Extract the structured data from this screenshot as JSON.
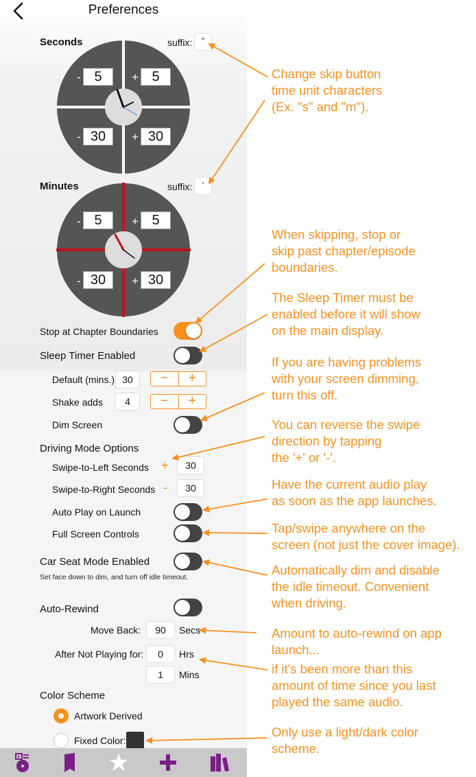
{
  "nav": {
    "title": "Preferences",
    "back_icon": "chevron-left-icon"
  },
  "seconds": {
    "label": "Seconds",
    "suffix_label": "suffix:",
    "suffix_value": "\"",
    "tl_sign": "-",
    "tl_value": "5",
    "tr_sign": "+",
    "tr_value": "5",
    "bl_sign": "-",
    "bl_value": "30",
    "br_sign": "+",
    "br_value": "30"
  },
  "minutes": {
    "label": "Minutes",
    "suffix_label": "suffix:",
    "suffix_value": "'",
    "tl_sign": "-",
    "tl_value": "5",
    "tr_sign": "+",
    "tr_value": "5",
    "bl_sign": "-",
    "bl_value": "30",
    "br_sign": "+",
    "br_value": "30"
  },
  "settings": {
    "stop_chapter": "Stop at Chapter Boundaries",
    "sleep_timer": "Sleep Timer Enabled",
    "default_mins": "Default (mins.)",
    "default_value": "30",
    "shake_adds": "Shake adds",
    "shake_value": "4",
    "stepper_minus": "−",
    "stepper_plus": "+",
    "dim_screen": "Dim Screen",
    "driving_mode": "Driving Mode Options",
    "swipe_left": "Swipe-to-Left Seconds",
    "swipe_left_sign": "+",
    "swipe_left_value": "30",
    "swipe_right": "Swipe-to-Right Seconds",
    "swipe_right_sign": "-",
    "swipe_right_value": "30",
    "auto_play": "Auto Play on Launch",
    "full_screen": "Full Screen Controls",
    "car_seat": "Car Seat Mode Enabled",
    "car_seat_note": "Set face down to dim, and turn off idle timeout.",
    "auto_rewind": "Auto-Rewind",
    "move_back": "Move Back:",
    "move_back_value": "90",
    "move_back_unit": "Secs",
    "after_not": "After Not Playing for:",
    "hrs_value": "0",
    "hrs_unit": "Hrs",
    "mins_value": "1",
    "mins_unit": "Mins",
    "color_scheme": "Color Scheme",
    "artwork_derived": "Artwork Derived",
    "fixed_color": "Fixed Color:"
  },
  "toggles": {
    "stop_chapter": true,
    "sleep_timer": false,
    "dim_screen": false,
    "auto_play": false,
    "full_screen": false,
    "car_seat": false,
    "auto_rewind": false
  },
  "colors": {
    "accent": "#f7901e",
    "dial": "#555555",
    "minute_hand": "#c0141e",
    "fixed_color": "#333333"
  },
  "tabs": [
    "now-playing-icon",
    "bookmark-icon",
    "star-icon",
    "plus-icon",
    "library-icon"
  ],
  "annotations": {
    "suffix": [
      "Change skip button",
      "time unit characters",
      "(Ex. \"s\" and \"m\")."
    ],
    "chapter": [
      "When skipping, stop or",
      "skip past chapter/episode",
      "boundaries."
    ],
    "sleep": [
      "The Sleep Timer must be",
      "enabled before it will show",
      "on the main display."
    ],
    "dim": [
      "If you are having problems",
      "with your screen dimming,",
      "turn this off."
    ],
    "swipe": [
      "You can reverse the swipe",
      "direction by tapping",
      "the '+' or '-'."
    ],
    "autoplay": [
      "Have the current audio play",
      "as soon as the app launches."
    ],
    "fullscreen": [
      "Tap/swipe anywhere on the",
      "screen (not just the cover image)."
    ],
    "carseat": [
      "Automatically dim and disable",
      "the idle timeout. Convenient",
      "when driving."
    ],
    "rewind": [
      "Amount to auto-rewind on app",
      "launch..."
    ],
    "rewind2": [
      "if it's been more than this",
      "amount of time since you last",
      "played the same audio."
    ],
    "color": [
      "Only use a light/dark color",
      "scheme."
    ]
  }
}
